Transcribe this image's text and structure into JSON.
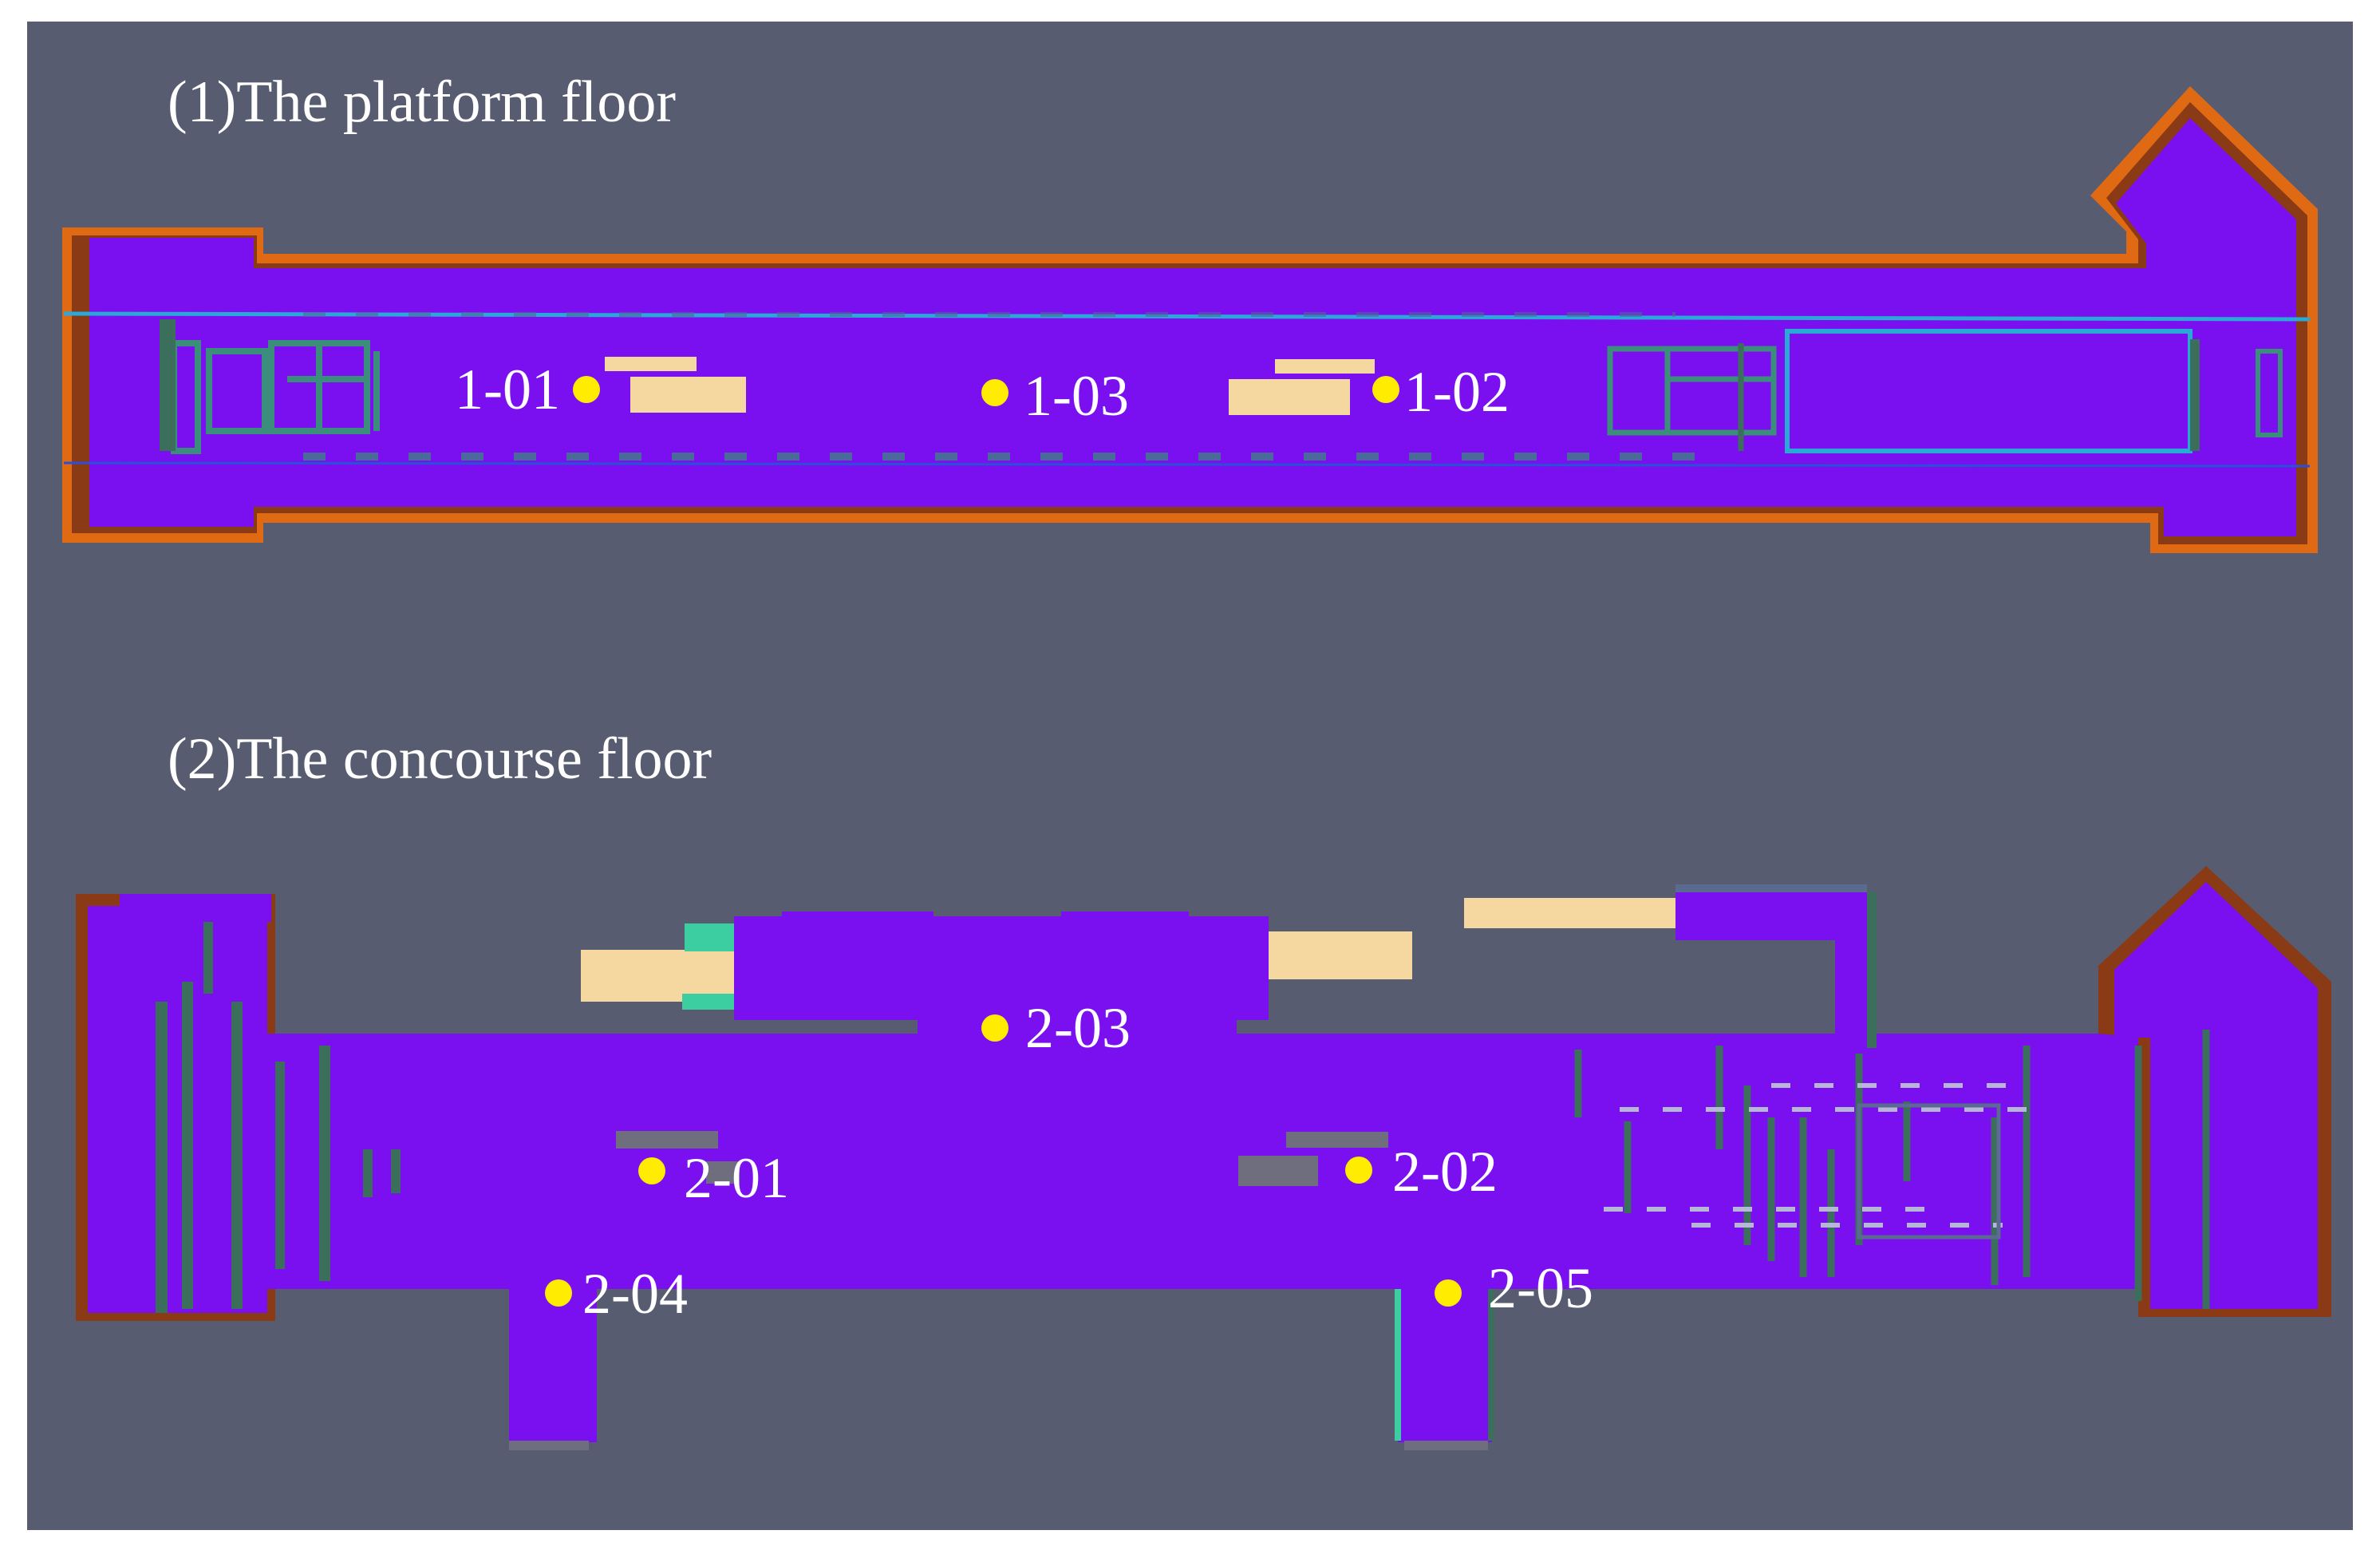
{
  "panels": [
    {
      "caption": "(1)The platform floor"
    },
    {
      "caption": "(2)The concourse floor"
    }
  ],
  "markers": [
    {
      "label": "1-01",
      "floor": "platform"
    },
    {
      "label": "1-03",
      "floor": "platform"
    },
    {
      "label": "1-02",
      "floor": "platform"
    },
    {
      "label": "2-03",
      "floor": "concourse"
    },
    {
      "label": "2-01",
      "floor": "concourse"
    },
    {
      "label": "2-02",
      "floor": "concourse"
    },
    {
      "label": "2-04",
      "floor": "concourse"
    },
    {
      "label": "2-05",
      "floor": "concourse"
    }
  ],
  "colors": {
    "background": "#585c70",
    "floor_fill": "#7a10f0",
    "wall_orange": "#e06a14",
    "wall_brown": "#8a3a14",
    "track_cyan": "#2aa8d8",
    "structure_green": "#3c6e5c",
    "platform_beige": "#f5d8a0",
    "equipment_gray": "#6e6e7e",
    "marker_yellow": "#ffec00",
    "label_white": "#ffffff"
  }
}
